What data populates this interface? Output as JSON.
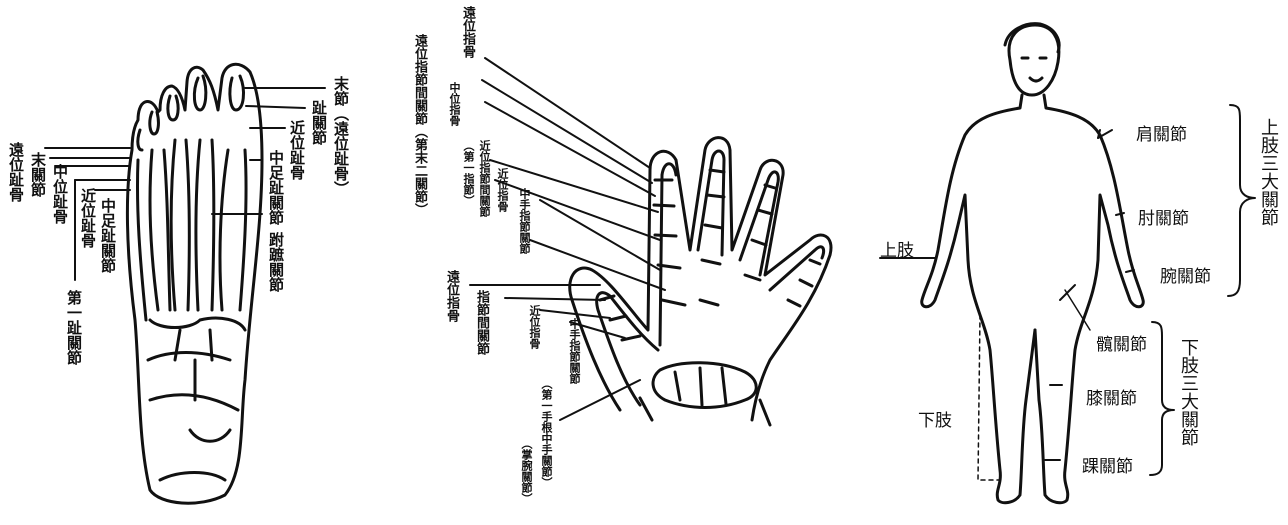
{
  "foot": {
    "labels": {
      "distal_phalanx": "遠位趾骨",
      "distal_joint": "末關節",
      "middle_phalanx": "中位趾骨",
      "proximal_phalanx": "近位趾骨",
      "mtp_joint": "中足趾關節",
      "first_toe_joint": "第一趾關節",
      "terminal_segment": "末節（遠位趾骨）",
      "toe_joint": "趾關節",
      "proximal_phalanx_r": "近位趾骨",
      "metatarsophalangeal": "中足趾關節",
      "tarsometatarsal": "跗蹠關節"
    }
  },
  "hand": {
    "labels": {
      "distal_phalanx_top": "遠位指骨",
      "dip_joint": "遠位指節間關節（第末二關節）",
      "middle_phalanx": "中位指骨",
      "pip_first": "（第一指節）",
      "pip_joint": "近位指節間關節",
      "proximal_phalanx": "近位指骨",
      "mcp_joint": "中手指節關節",
      "distal_phalanx_thumb": "遠位指骨",
      "ip_joint": "指節間關節",
      "proximal_phalanx_thumb": "近位指骨",
      "mcp_joint_thumb": "中手指節關節",
      "cmc_joint": "（第一手根中手關節）",
      "cmc_note": "（掌腕關節）"
    }
  },
  "body": {
    "upper_limb": "上肢",
    "lower_limb": "下肢",
    "shoulder": "肩關節",
    "elbow": "肘關節",
    "wrist": "腕關節",
    "hip": "髖關節",
    "knee": "膝關節",
    "ankle": "踝關節",
    "upper_three": "上肢三大關節",
    "lower_three": "下肢三大關節"
  }
}
